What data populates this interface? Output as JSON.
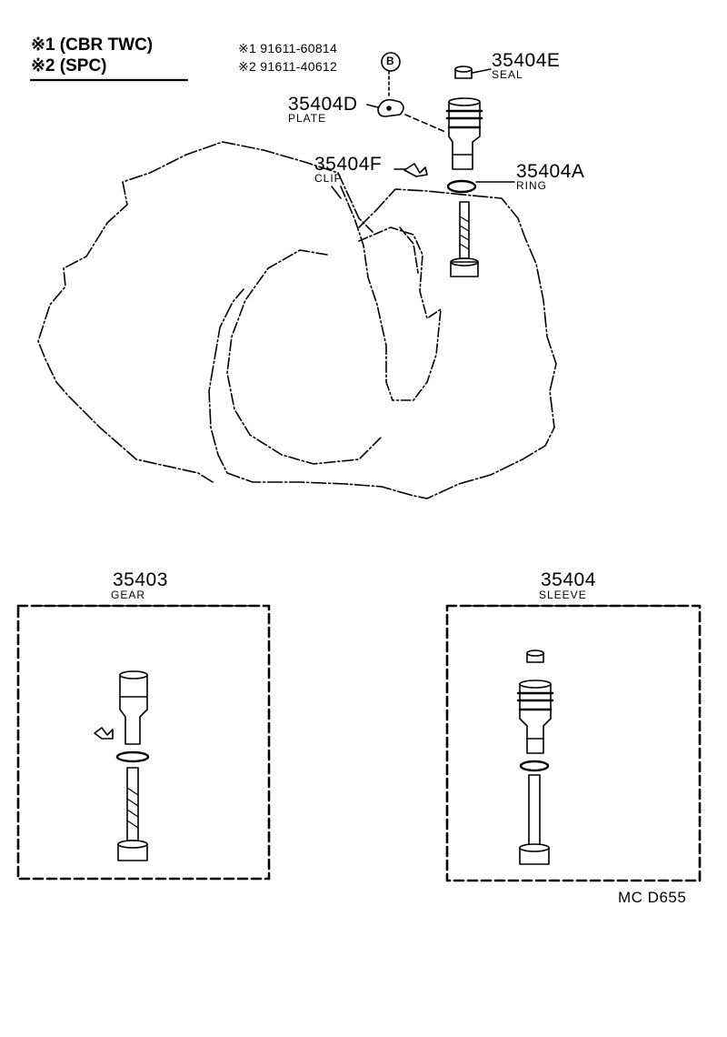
{
  "legend": {
    "line1": "※1 (CBR TWC)",
    "line2": "※2 (SPC)"
  },
  "part_numbers": {
    "line1": "※1 91611-60814",
    "line2": "※2 91611-40612",
    "callout": "B"
  },
  "callouts": [
    {
      "number": "35404E",
      "name": "SEAL"
    },
    {
      "number": "35404D",
      "name": "PLATE"
    },
    {
      "number": "35404F",
      "name": "CLIP"
    },
    {
      "number": "35404A",
      "name": "RING"
    }
  ],
  "assemblies": {
    "gear": {
      "number": "35403",
      "name": "GEAR"
    },
    "sleeve": {
      "number": "35404",
      "name": "SLEEVE"
    }
  },
  "drawing_code": "MC D655",
  "colors": {
    "ink": "#000000",
    "paper": "#ffffff"
  }
}
